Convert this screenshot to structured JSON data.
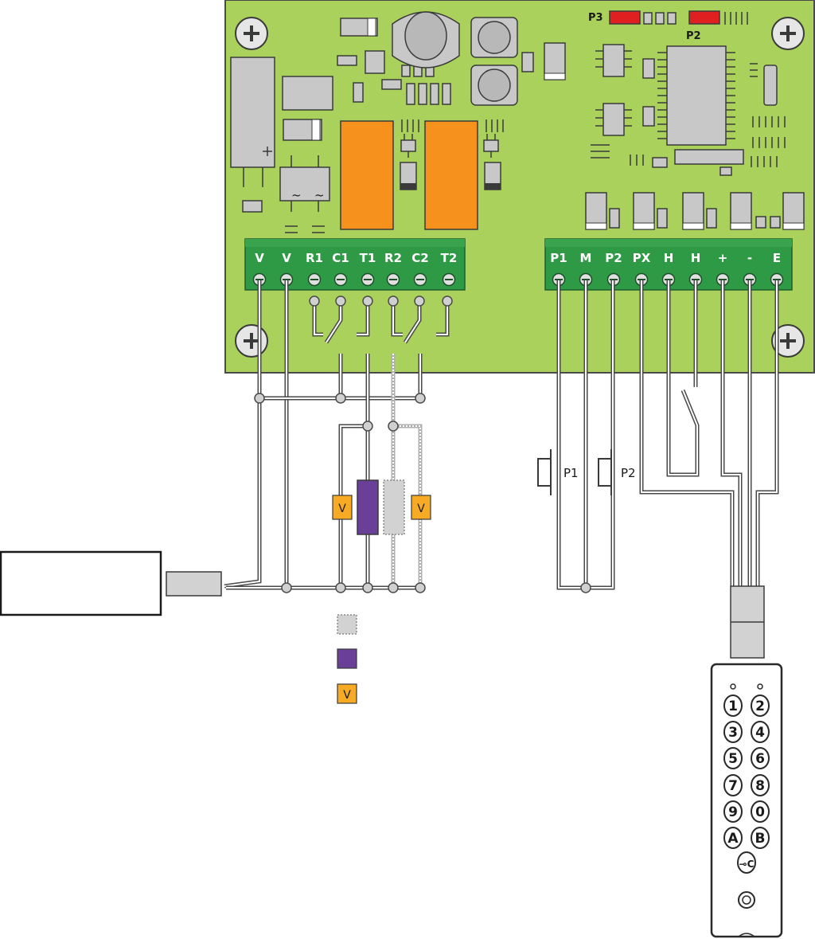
{
  "terminal_left": {
    "labels": [
      "V",
      "V",
      "R1",
      "C1",
      "T1",
      "R2",
      "C2",
      "T2"
    ]
  },
  "terminal_right": {
    "labels": [
      "P1",
      "M",
      "P2",
      "PX",
      "H",
      "H",
      "+",
      "-",
      "E"
    ]
  },
  "jumpers": {
    "p3": "P3",
    "p2": "P2"
  },
  "buttons": {
    "p1": "P1",
    "p2": "P2"
  },
  "varistor_label": "V",
  "legend": {
    "v_label": "V"
  },
  "keypad": {
    "keys": [
      "1",
      "2",
      "3",
      "4",
      "5",
      "6",
      "7",
      "8",
      "9",
      "0",
      "A",
      "B"
    ],
    "key_symbol": "⊸C"
  },
  "colors": {
    "board": "#a9d15b",
    "terminal_block": "#2f9a45",
    "relay": "#f6911e",
    "jumper": "#e02020",
    "lock_purple": "#6a3f98",
    "lock_grey": "#d2d2d2",
    "varistor": "#f7ab25"
  }
}
